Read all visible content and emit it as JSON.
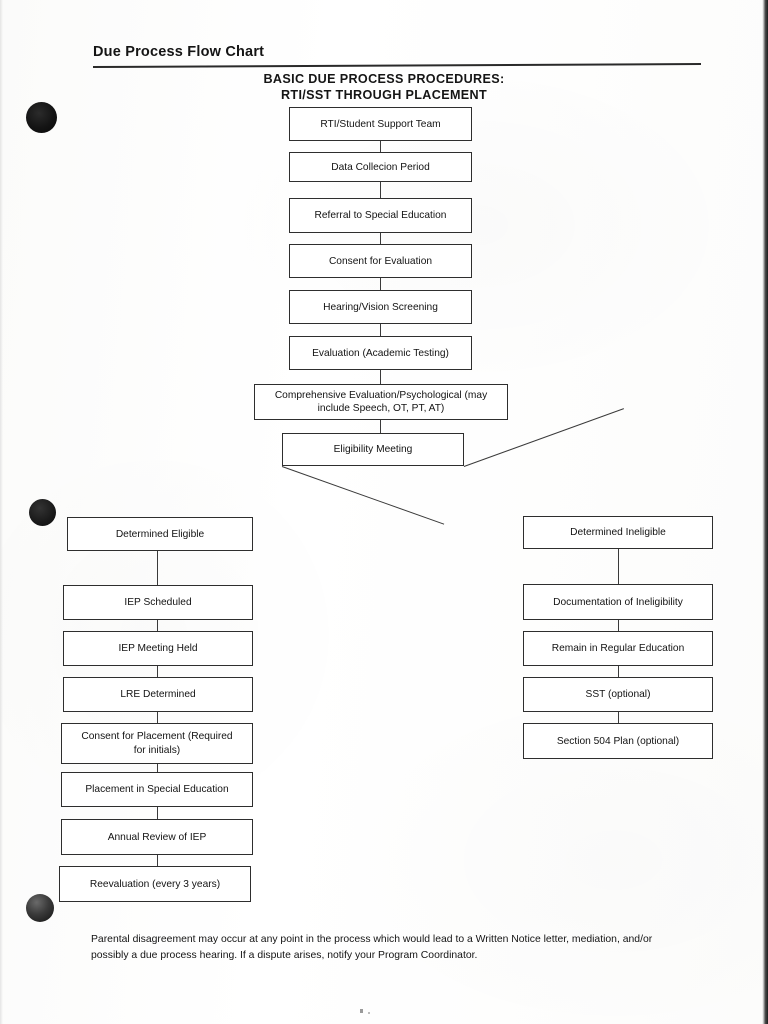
{
  "document": {
    "title": "Due Process Flow Chart",
    "heading_line1": "BASIC DUE PROCESS PROCEDURES:",
    "heading_line2": "RTI/SST THROUGH PLACEMENT",
    "footer_note": "Parental disagreement may occur at any point in the process which would lead to a Written Notice letter, mediation, and/or possibly a due process hearing. If a dispute arises, notify your Program Coordinator."
  },
  "chart_data": {
    "type": "diagram",
    "title": "BASIC DUE PROCESS PROCEDURES: RTI/SST THROUGH PLACEMENT",
    "orientation": "top-down",
    "main_sequence": [
      "RTI/Student Support Team",
      "Data Collecion Period",
      "Referral to Special Education",
      "Consent for Evaluation",
      "Hearing/Vision Screening",
      "Evaluation (Academic Testing)",
      "Comprehensive Evaluation/Psychological (may include Speech, OT, PT, AT)",
      "Eligibility Meeting"
    ],
    "decision_node": "Eligibility Meeting",
    "branches": [
      {
        "name": "eligible",
        "root": "Determined Eligible",
        "steps": [
          "IEP Scheduled",
          "IEP Meeting Held",
          "LRE Determined",
          "Consent for Placement (Required for initials)",
          "Placement in Special Education",
          "Annual Review of IEP",
          "Reevaluation (every 3 years)"
        ]
      },
      {
        "name": "ineligible",
        "root": "Determined Ineligible",
        "steps": [
          "Documentation of Ineligibility",
          "Remain in Regular Education",
          "SST (optional)",
          "Section 504 Plan (optional)"
        ]
      }
    ]
  },
  "nodes": {
    "rti_student_support_team": "RTI/Student Support Team",
    "data_collection_period": "Data Collecion Period",
    "referral_special_education": "Referral to Special Education",
    "consent_for_evaluation": "Consent for Evaluation",
    "hearing_vision_screening": "Hearing/Vision Screening",
    "evaluation_academic_testing": "Evaluation (Academic Testing)",
    "comprehensive_evaluation_l1": "Comprehensive Evaluation/Psychological (may",
    "comprehensive_evaluation_l2": "include Speech, OT, PT, AT)",
    "eligibility_meeting": "Eligibility Meeting",
    "determined_eligible": "Determined Eligible",
    "determined_ineligible": "Determined Ineligible",
    "iep_scheduled": "IEP Scheduled",
    "iep_meeting_held": "IEP Meeting Held",
    "lre_determined": "LRE Determined",
    "consent_placement_l1": "Consent for Placement (Required",
    "consent_placement_l2": "for initials)",
    "placement_special_education": "Placement in Special Education",
    "annual_review_iep": "Annual Review of IEP",
    "reevaluation": "Reevaluation (every 3 years)",
    "documentation_ineligibility": "Documentation of Ineligibility",
    "remain_regular_education": "Remain in Regular Education",
    "sst_optional": "SST (optional)",
    "section_504_optional": "Section 504 Plan (optional)"
  }
}
